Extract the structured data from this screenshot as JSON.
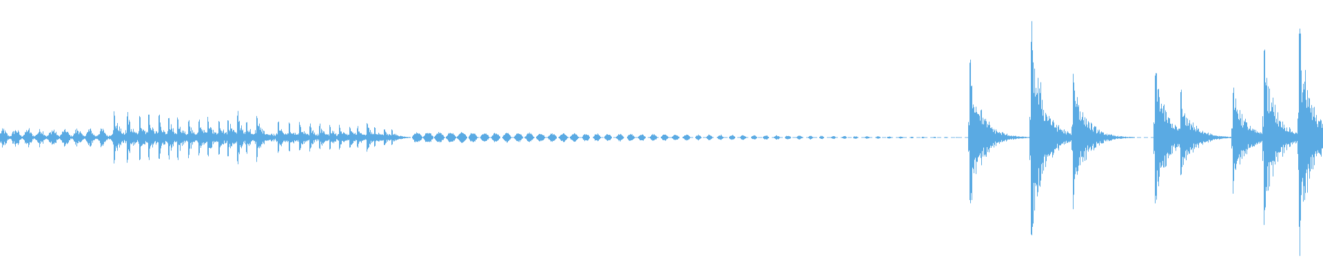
{
  "waveform": {
    "color": "#5aaae3",
    "background": "#ffffff",
    "amplitude_scale": "linear",
    "layout": "single-channel-centered",
    "segments": [
      {
        "type": "noise",
        "start": 0.0,
        "end": 0.085,
        "amp": 0.085
      },
      {
        "type": "bursts",
        "start": 0.085,
        "end": 0.205,
        "times": [
          0.086,
          0.096,
          0.105,
          0.112,
          0.12,
          0.127,
          0.134,
          0.142,
          0.15,
          0.157,
          0.165,
          0.172,
          0.179,
          0.186,
          0.194
        ],
        "amps": [
          0.22,
          0.2,
          0.19,
          0.2,
          0.18,
          0.17,
          0.18,
          0.16,
          0.15,
          0.16,
          0.15,
          0.17,
          0.21,
          0.15,
          0.2
        ]
      },
      {
        "type": "bursts",
        "start": 0.205,
        "end": 0.3,
        "times": [
          0.21,
          0.218,
          0.226,
          0.234,
          0.241,
          0.249,
          0.256,
          0.264,
          0.27,
          0.277,
          0.283,
          0.29,
          0.296
        ],
        "amps": [
          0.13,
          0.12,
          0.12,
          0.11,
          0.11,
          0.1,
          0.1,
          0.09,
          0.09,
          0.12,
          0.08,
          0.07,
          0.07
        ]
      },
      {
        "type": "ticks",
        "start": 0.315,
        "end": 0.73,
        "spacing": 0.0085,
        "amp_start": 0.05,
        "amp_end": 0.003
      },
      {
        "type": "silence",
        "start": 0.73,
        "end": 0.732
      },
      {
        "type": "spikes",
        "times": [
          0.733,
          0.779,
          0.811,
          0.873,
          0.892,
          0.932,
          0.955,
          0.982,
          0.998
        ],
        "amps": [
          0.62,
          0.97,
          0.55,
          0.6,
          0.37,
          0.45,
          0.7,
          0.92,
          0.15
        ]
      }
    ]
  }
}
